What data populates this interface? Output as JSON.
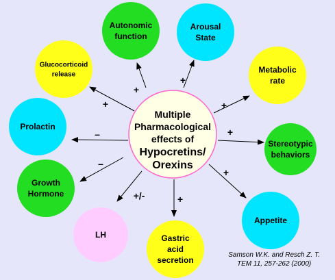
{
  "center": {
    "line1": "Multiple",
    "line2": "Pharmacological",
    "line3": "effects of",
    "line4": "Hypocretins/",
    "line5": "Orexins"
  },
  "effects": [
    {
      "id": "autonomic-function",
      "lines": [
        "Autonomic",
        "function"
      ],
      "color": "#22DD22",
      "sign": "+"
    },
    {
      "id": "arousal-state",
      "lines": [
        "Arousal",
        "State"
      ],
      "color": "#00E5FF",
      "sign": "+"
    },
    {
      "id": "metabolic-rate",
      "lines": [
        "Metabolic",
        "rate"
      ],
      "color": "#FFFF1A",
      "sign": "+"
    },
    {
      "id": "stereotypic-behaviors",
      "lines": [
        "Stereotypic",
        "behaviors"
      ],
      "color": "#22DD22",
      "sign": "+"
    },
    {
      "id": "appetite",
      "lines": [
        "Appetite"
      ],
      "color": "#00E5FF",
      "sign": "+"
    },
    {
      "id": "gastric-acid-secretion",
      "lines": [
        "Gastric",
        "acid",
        "secretion"
      ],
      "color": "#FFFF1A",
      "sign": "+"
    },
    {
      "id": "lh",
      "lines": [
        "LH"
      ],
      "color": "#FFCCFF",
      "sign": "+/-"
    },
    {
      "id": "growth-hormone",
      "lines": [
        "Growth",
        "Hormone"
      ],
      "color": "#22DD22",
      "sign": "–"
    },
    {
      "id": "prolactin",
      "lines": [
        "Prolactin"
      ],
      "color": "#00E5FF",
      "sign": "–"
    },
    {
      "id": "glucocorticoid-release",
      "lines": [
        "Glucocorticoid",
        "release"
      ],
      "color": "#FFFF1A",
      "sign": "+"
    }
  ],
  "citation": {
    "line1": "Samson W.K. and Resch Z. T.",
    "line2": "TEM 11, 257-262 (2000)"
  },
  "colors": {
    "background": "#E6E6FA",
    "center_fill": "#FFFFE6",
    "center_stroke": "#FF66CC"
  }
}
